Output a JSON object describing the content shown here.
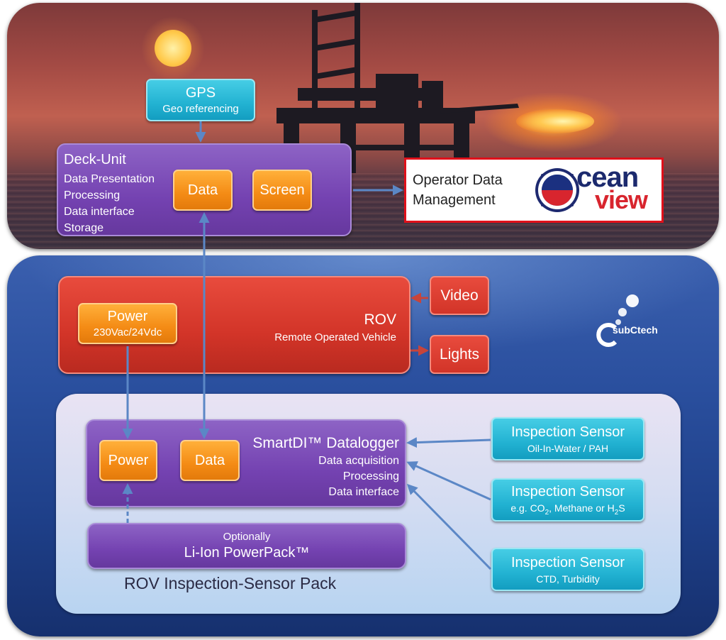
{
  "colors": {
    "purple": "#7442b1",
    "orange": "#f48b15",
    "cyan": "#22b2d2",
    "red": "#d23428",
    "arrow": "#5b87c6",
    "highlight_border": "#e0101a"
  },
  "gps": {
    "title": "GPS",
    "subtitle": "Geo referencing"
  },
  "deck_unit": {
    "title": "Deck-Unit",
    "lines": [
      "Data Presentation",
      "Processing",
      "Data interface",
      "Storage"
    ],
    "data_label": "Data",
    "screen_label": "Screen"
  },
  "operator": {
    "line1": "Operator Data",
    "line2": "Management",
    "logo_text_1": "cean",
    "logo_text_2": "view"
  },
  "rov": {
    "title": "ROV",
    "subtitle": "Remote Operated Vehicle",
    "power_label": "Power",
    "power_sub": "230Vac/24Vdc"
  },
  "video_label": "Video",
  "lights_label": "Lights",
  "subctech_logo": "subCtech",
  "datalogger": {
    "title": "SmartDI™ Datalogger",
    "lines": [
      "Data acquisition",
      "Processing",
      "Data interface"
    ],
    "power_label": "Power",
    "data_label": "Data"
  },
  "powerpack": {
    "line1": "Optionally",
    "line2": "Li-Ion PowerPack™"
  },
  "sensors": [
    {
      "title": "Inspection Sensor",
      "subtitle": "Oil-In-Water / PAH"
    },
    {
      "title": "Inspection Sensor",
      "subtitle_pre": "e.g. CO",
      "sub_a": "2",
      "subtitle_mid": ", Methane or H",
      "sub_b": "2",
      "subtitle_post": "S"
    },
    {
      "title": "Inspection Sensor",
      "subtitle": "CTD, Turbidity"
    }
  ],
  "pack_label": "ROV Inspection-Sensor Pack"
}
